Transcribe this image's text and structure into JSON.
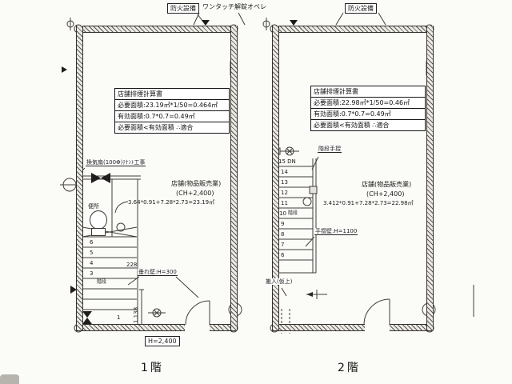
{
  "page": {
    "floor1_label": "1階",
    "floor2_label": "2階"
  },
  "top": {
    "fire_box_left": "防火設備",
    "one_touch_label": "ワンタッチ解錠オペレ",
    "fire_box_right": "防火設備"
  },
  "floor1": {
    "calc": {
      "title": "店舗排煙計算書",
      "required": "必要面積:23.19㎡*1/50=0.464㎡",
      "effective": "有効面積:0.7*0.7=0.49㎡",
      "conclusion": "必要面積<有効面積 ∴適合"
    },
    "vent_fan": "換気扇(100Φ)ﾃﾅﾝﾄ工事",
    "store": "店舗(物品販売業)",
    "ch": "(CH+2,400)",
    "area_formula": "3.64*0.91+7.28*2.73=23.19㎡",
    "toilet": "便所",
    "stairs_label": "階段",
    "steps": [
      "6",
      "5",
      "4",
      "3"
    ],
    "step_bottom": "1",
    "dim_228": "228",
    "tarekabe": "垂れ壁:H=300",
    "dim_1138": "1,138",
    "height_box": "H=2,400"
  },
  "floor2": {
    "calc": {
      "title": "店舗排煙計算書",
      "required": "必要面積:22.98㎡*1/50=0.46㎡",
      "effective": "有効面積:0.7*0.7=0.49㎡",
      "conclusion": "必要面積<有効面積 ∴適合"
    },
    "handrail": "階段手摺",
    "store": "店舗(物品販売業)",
    "ch": "(CH+2,400)",
    "area_formula": "3.412*0.91+7.28*2.73=22.98㎡",
    "top_step": "15 DN",
    "steps": [
      "14",
      "13",
      "12",
      "11",
      "10",
      "9",
      "8",
      "7",
      "6"
    ],
    "stairs_label": "階段",
    "tesuri_kabe": "手摺壁:H=1100",
    "hannyu": "搬入(仮上)"
  }
}
